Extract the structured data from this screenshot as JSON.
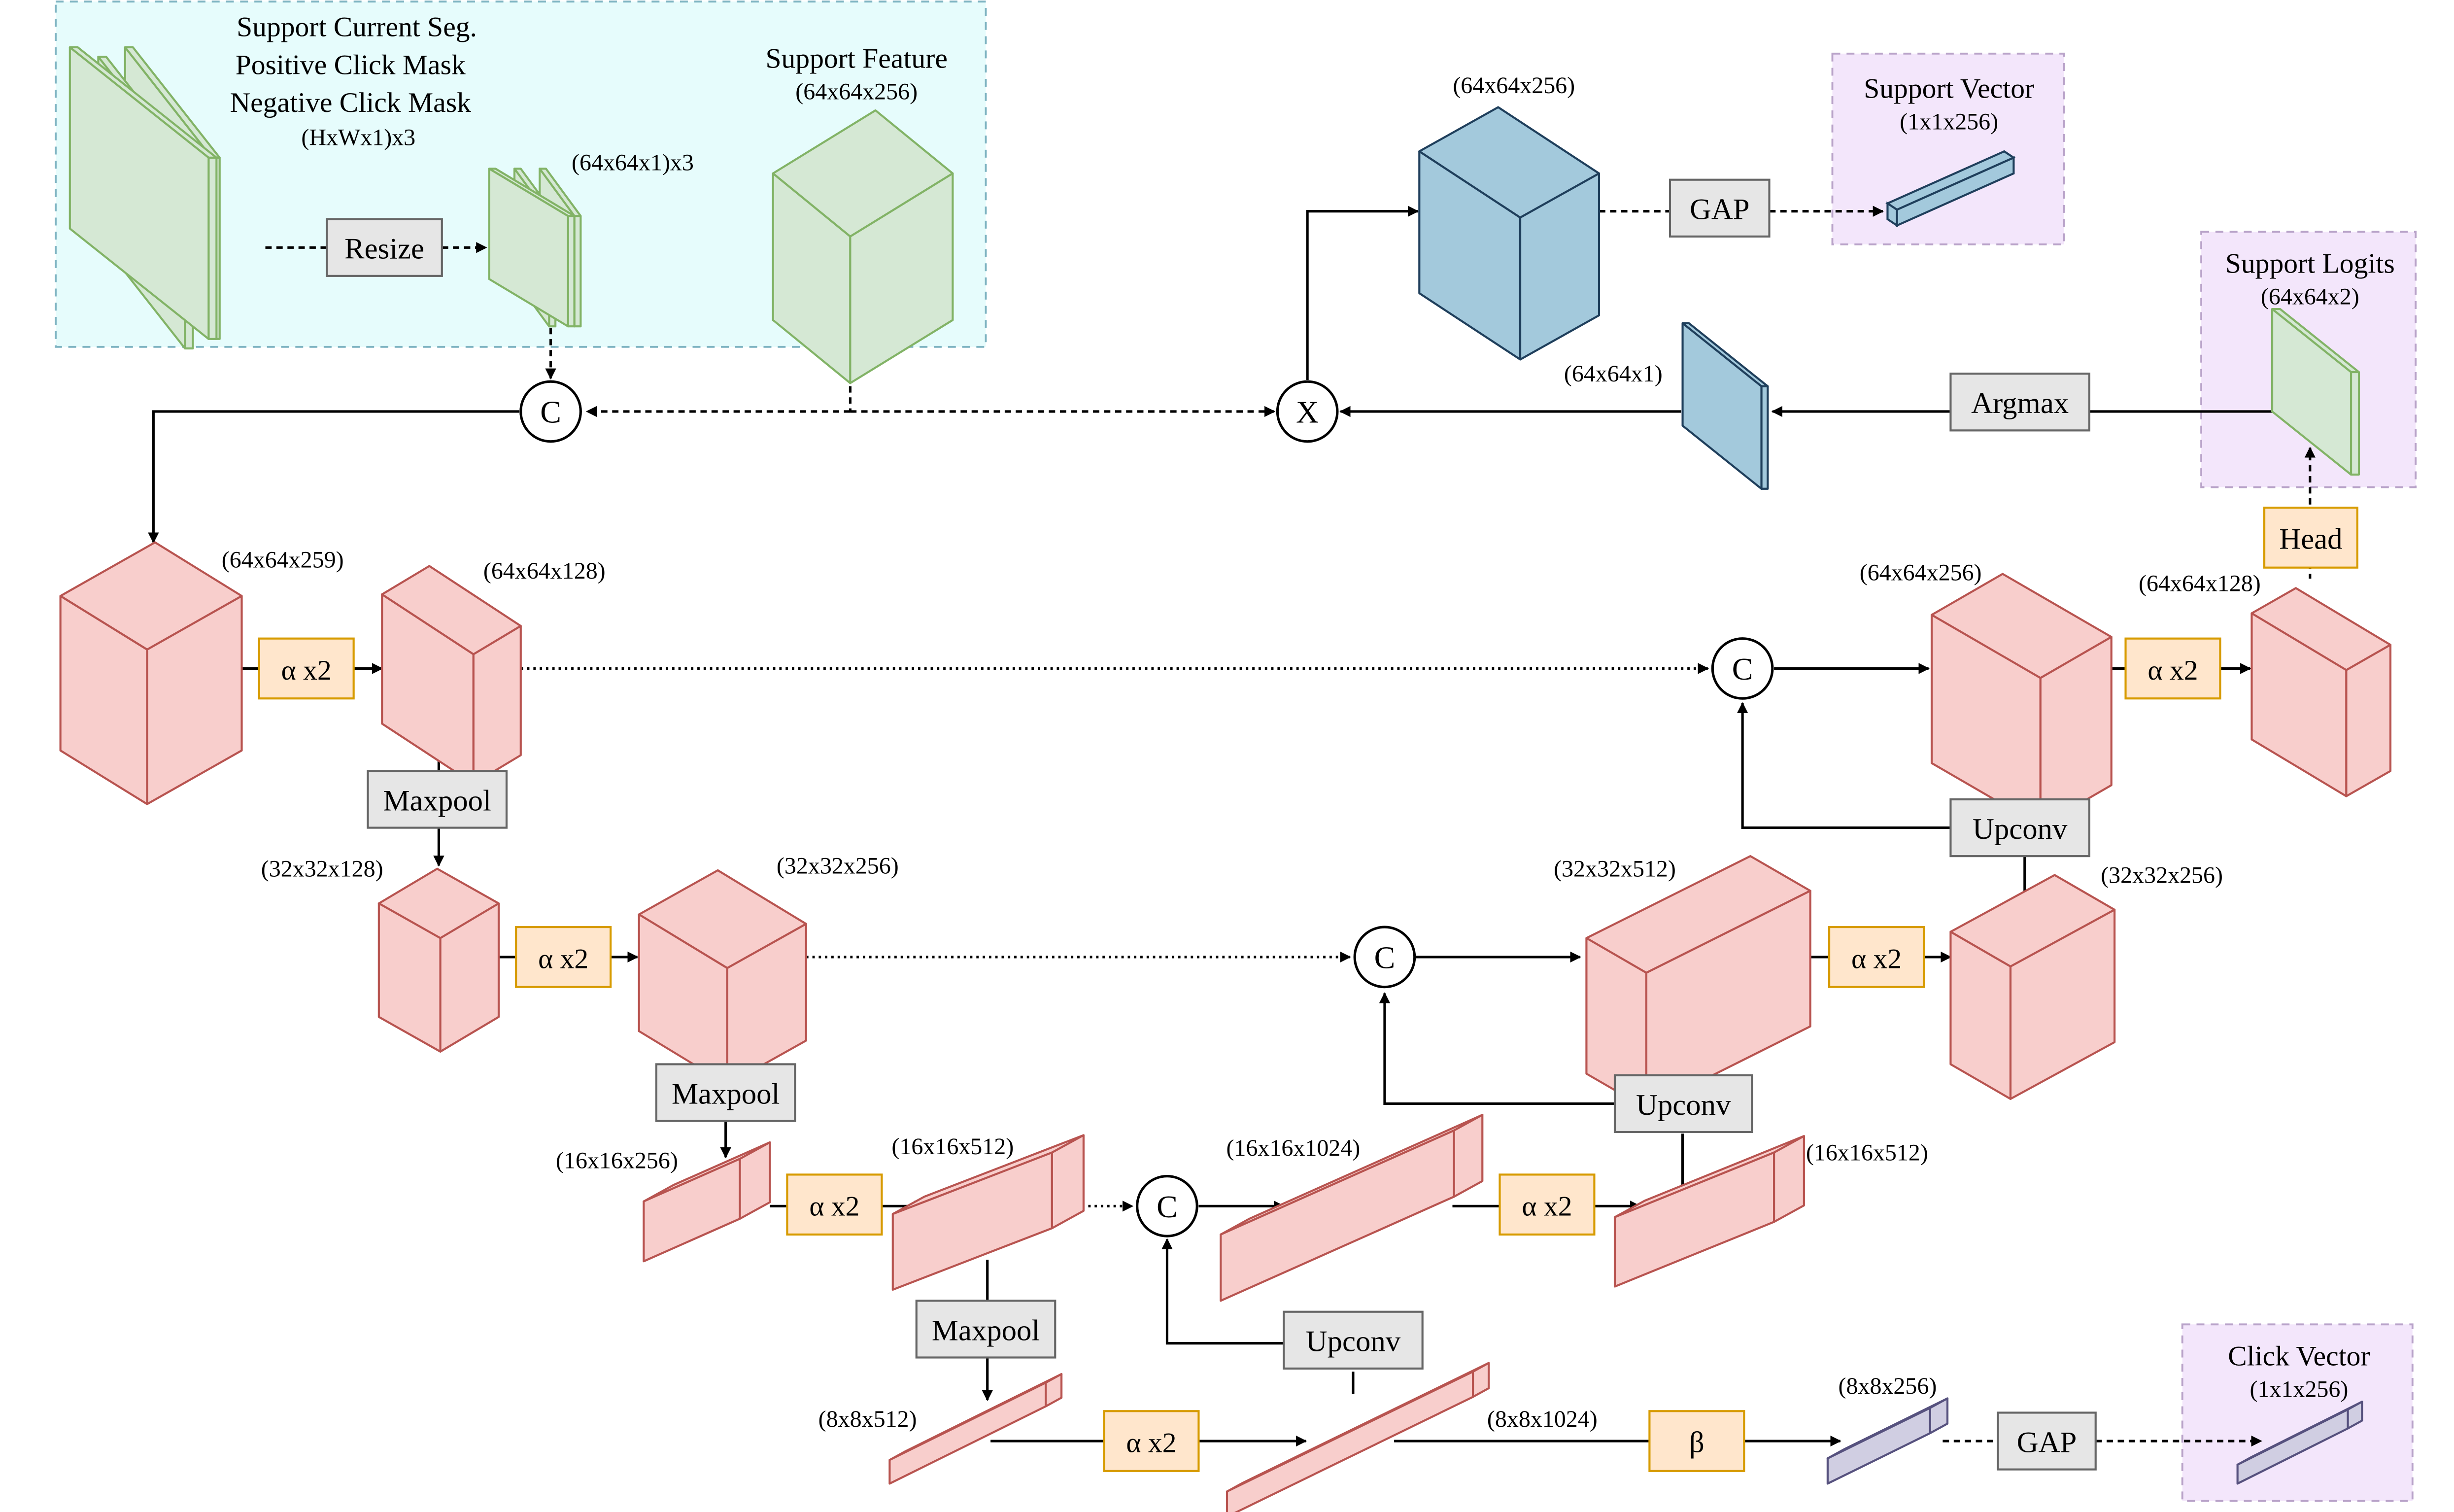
{
  "support_panel": {
    "title_lines": [
      "Support Current Seg.",
      "Positive Click Mask",
      "Negative Click Mask"
    ],
    "input_dims": "(HxWx1)x3",
    "resize": "Resize",
    "resized_dims": "(64x64x1)x3",
    "feature_title": "Support Feature",
    "feature_dims": "(64x64x256)"
  },
  "top_branch": {
    "cube_dims": "(64x64x256)",
    "gap": "GAP",
    "support_vector_title": "Support Vector",
    "support_vector_dims": "(1x1x256)",
    "mask_dims": "(64x64x1)",
    "argmax": "Argmax",
    "support_logits_title": "Support Logits",
    "support_logits_dims": "(64x64x2)",
    "head": "Head"
  },
  "operators": {
    "concat": "C",
    "multiply": "X"
  },
  "encoder": {
    "l1_in": "(64x64x259)",
    "l1_out": "(64x64x128)",
    "l2_in": "(32x32x128)",
    "l2_out": "(32x32x256)",
    "l3_in": "(16x16x256)",
    "l3_out": "(16x16x512)",
    "l4_in": "(8x8x512)",
    "l4_out": "(8x8x1024)",
    "alpha": "α x2",
    "maxpool": "Maxpool"
  },
  "decoder": {
    "d3_cat": "(16x16x1024)",
    "d3_out": "(16x16x512)",
    "d2_cat": "(32x32x512)",
    "d2_out": "(32x32x256)",
    "d1_cat": "(64x64x256)",
    "d1_out": "(64x64x128)",
    "upconv": "Upconv"
  },
  "click_branch": {
    "beta": "β",
    "dims": "(8x8x256)",
    "gap": "GAP",
    "title": "Click Vector",
    "vec_dims": "(1x1x256)"
  },
  "colors": {
    "pink_fill": "#f8cecc",
    "pink_stroke": "#b85450",
    "green_fill": "#d5e8d4",
    "green_stroke": "#82b366",
    "blue_fill": "#a3c9dc",
    "blue_stroke": "#1f3f5c",
    "lav_fill": "#d0cee2",
    "lav_stroke": "#56517e",
    "orange_fill": "#ffe6cc",
    "orange_stroke": "#d79b00",
    "gray_fill": "#e6e6e6",
    "gray_stroke": "#666666",
    "cyan_panel": "#e6fcfc",
    "purple_panel": "#f3e6fb"
  }
}
